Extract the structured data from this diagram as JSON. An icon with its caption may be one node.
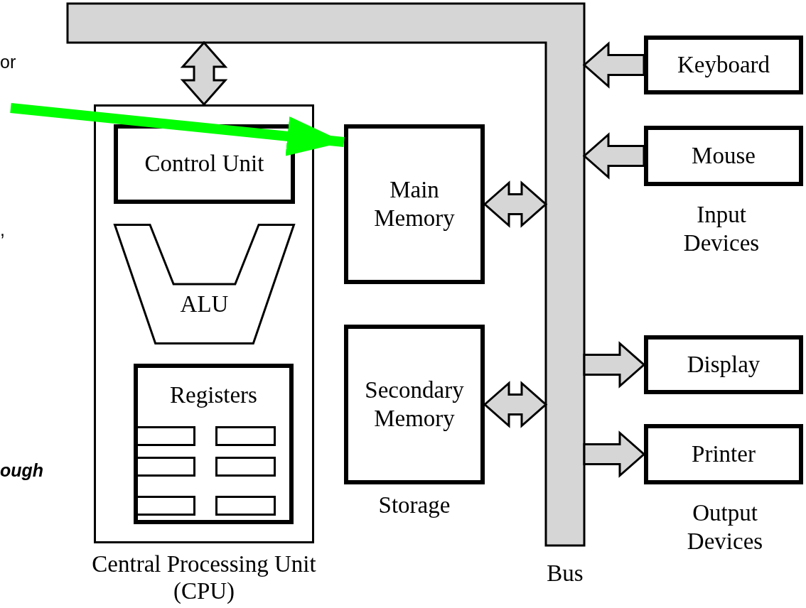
{
  "diagram": {
    "nodes": [
      {
        "text": [
          "Bus"
        ]
      },
      {
        "text": [
          "Central Processing Unit (CPU)"
        ]
      },
      {
        "text": [
          "Control Unit"
        ],
        "in": 1
      },
      {
        "text": [
          "ALU"
        ],
        "in": 1
      },
      {
        "text": [
          "Registers"
        ],
        "in": 1
      },
      {
        "text": [],
        "shape": "box",
        "in": 4
      },
      {
        "text": [],
        "shape": "box",
        "in": 4
      },
      {
        "text": [],
        "shape": "box",
        "in": 4
      },
      {
        "text": [],
        "shape": "box",
        "in": 4
      },
      {
        "text": [],
        "shape": "box",
        "in": 4
      },
      {
        "text": [],
        "shape": "box",
        "in": 4
      },
      {
        "text": [
          "Main Memory"
        ]
      },
      {
        "text": [
          "Secondary Memory"
        ]
      },
      {
        "text": [
          "Keyboard"
        ]
      },
      {
        "text": [
          "Mouse"
        ]
      },
      {
        "text": [
          "Display"
        ]
      },
      {
        "text": [
          "Printer"
        ]
      }
    ],
    "edges": [
      {
        "from": 0,
        "to": 1,
        "arrow": "both"
      },
      {
        "from": 11,
        "to": 0,
        "arrow": "both"
      },
      {
        "from": 12,
        "to": 0,
        "arrow": "both"
      },
      {
        "from": 13,
        "to": 0,
        "arrow": "to"
      },
      {
        "from": 14,
        "to": 0,
        "arrow": "to"
      },
      {
        "from": 0,
        "to": 15,
        "arrow": "to"
      },
      {
        "from": 0,
        "to": 16,
        "arrow": "to"
      },
      {
        "from": null,
        "to": 11,
        "arrow": "to",
        "color": "#00ff00"
      }
    ],
    "labels": [
      "or",
      "Input Devices",
      ",",
      "ough",
      "Storage",
      "Output Devices"
    ]
  }
}
